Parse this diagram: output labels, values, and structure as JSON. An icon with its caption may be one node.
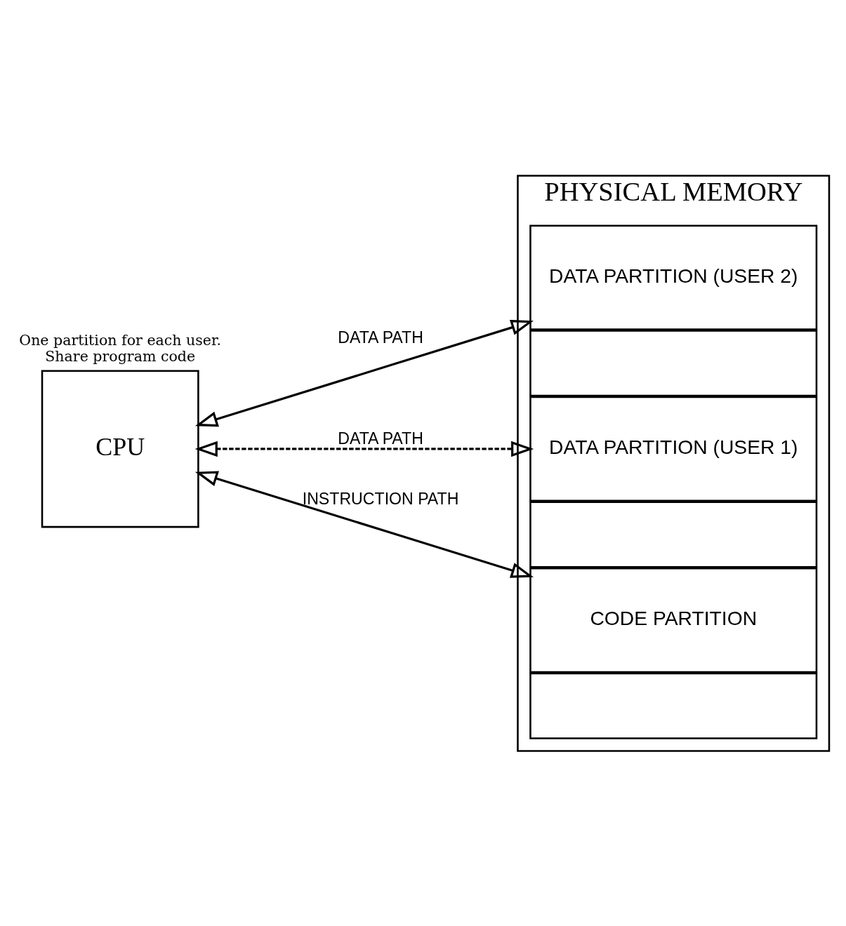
{
  "diagram": {
    "nodes": [
      {
        "text": [
          "CPU"
        ]
      },
      {
        "text": [
          "PHYSICAL MEMORY"
        ]
      },
      {
        "text": [
          "DATA PARTITION (USER 2)"
        ],
        "in": 1
      },
      {
        "text": [],
        "shape": "box",
        "in": 1
      },
      {
        "text": [
          "DATA PARTITION (USER 1)"
        ],
        "in": 1
      },
      {
        "text": [],
        "shape": "box",
        "in": 1
      },
      {
        "text": [
          "CODE PARTITION"
        ],
        "in": 1
      },
      {
        "text": [],
        "shape": "box",
        "in": 1
      }
    ],
    "edges": [
      {
        "from": 0,
        "to": 2,
        "arrow": "both",
        "label": "DATA PATH"
      },
      {
        "from": 0,
        "to": 4,
        "arrow": "both",
        "label": "DATA PATH",
        "style": "dashed"
      },
      {
        "from": 0,
        "to": 6,
        "arrow": "both",
        "label": "INSTRUCTION PATH"
      }
    ],
    "labels": [
      "One partition for each user.",
      "Share program code"
    ]
  }
}
